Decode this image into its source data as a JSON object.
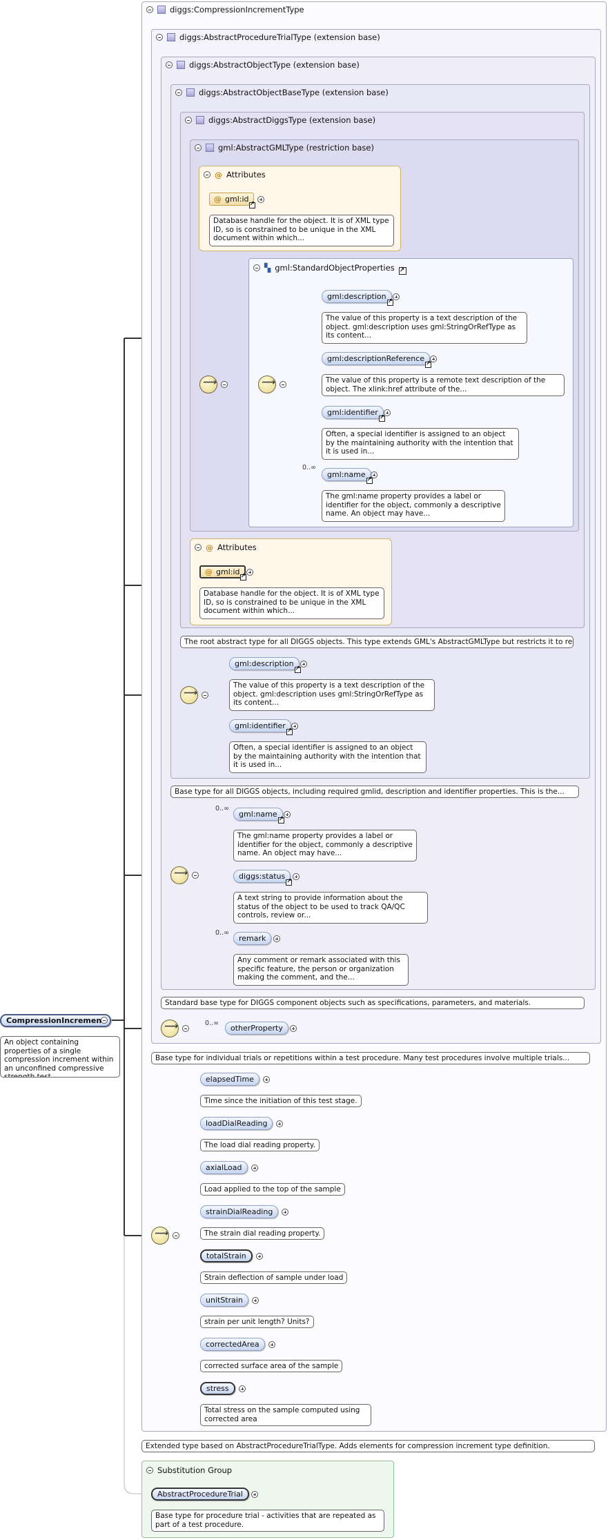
{
  "colors": {
    "type_bg_outer": "#f5f4fb",
    "type_bg_inner": "#e6e4f5",
    "element_fill": "#c6d5ef",
    "attribute_fill": "#fff8ea",
    "substitution_fill": "#eef8ee",
    "line": "#333333"
  },
  "root": {
    "label": "CompressionIncrement",
    "doc": "An object containing properties of a single compression increment within an unconfined compressive strength test..."
  },
  "types": {
    "compression": {
      "label": "diggs:CompressionIncrementType",
      "doc": "Extended type based on AbstractProcedureTrialType. Adds elements for compression increment type definition."
    },
    "procedure": {
      "label": "diggs:AbstractProcedureTrialType (extension base)",
      "doc": "Base type for individual trials or repetitions within a test procedure. Many test procedures involve multiple trials..."
    },
    "object": {
      "label": "diggs:AbstractObjectType (extension base)",
      "doc": "Standard base type for DIGGS component objects such as specifications, parameters, and materials."
    },
    "objectbase": {
      "label": "diggs:AbstractObjectBaseType (extension base)",
      "doc": "Base type for all DIGGS objects, including required gmlid, description and identifier properties. This is the..."
    },
    "diggs": {
      "label": "diggs:AbstractDiggsType (extension base)",
      "doc": "The root abstract type for all DIGGS objects. This type extends GML's AbstractGMLType but restricts it to require a..."
    },
    "gml": {
      "label": "gml:AbstractGMLType (restriction base)"
    }
  },
  "gml_attributes": {
    "title": "Attributes",
    "id_label": "gml:id",
    "id_doc": "Database handle for the object. It is of XML type ID, so is constrained to be unique in the XML document within which..."
  },
  "standard_props": {
    "title": "gml:StandardObjectProperties",
    "items": [
      {
        "label": "gml:description",
        "doc": "The value of this property is a text description of the object. gml:description uses gml:StringOrRefType as its content..."
      },
      {
        "label": "gml:descriptionReference",
        "doc": "The value of this property is a remote text description of the object. The xlink:href attribute of the..."
      },
      {
        "label": "gml:identifier",
        "doc": "Often, a special identifier is assigned to an object by the maintaining authority with the intention that it is used in..."
      },
      {
        "label": "gml:name",
        "card": "0..∞",
        "doc": "The gml:name property provides a label or identifier for the object, commonly a descriptive name. An object may have..."
      }
    ]
  },
  "diggs_attributes": {
    "title": "Attributes",
    "id_label": "gml:id",
    "id_doc": "Database handle for the object. It is of XML type ID, so is constrained to be unique in the XML document within which..."
  },
  "objectbase_seq": [
    {
      "label": "gml:description",
      "doc": "The value of this property is a text description of the object. gml:description uses gml:StringOrRefType as its content..."
    },
    {
      "label": "gml:identifier",
      "doc": "Often, a special identifier is assigned to an object by the maintaining authority with the intention that it is used in..."
    }
  ],
  "object_seq": [
    {
      "label": "gml:name",
      "card": "0..∞",
      "doc": "The gml:name property provides a label or identifier for the object, commonly a descriptive name. An object may have..."
    },
    {
      "label": "diggs:status",
      "doc": "A text string to provide information about the status of the object to be used to track QA/QC controls, review or..."
    },
    {
      "label": "remark",
      "card": "0..∞",
      "doc": "Any comment or remark associated with this specific feature, the person or organization making the comment, and the..."
    }
  ],
  "procedure_seq": {
    "label": "otherProperty",
    "card": "0..∞"
  },
  "compression_seq": [
    {
      "label": "elapsedTime",
      "doc": "Time since the initiation of this test stage."
    },
    {
      "label": "loadDialReading",
      "doc": "The load dial reading property."
    },
    {
      "label": "axialLoad",
      "doc": "Load applied to the top of the sample"
    },
    {
      "label": "strainDialReading",
      "doc": "The strain dial reading property."
    },
    {
      "label": "totalStrain",
      "doc": "Strain deflection of sample under load"
    },
    {
      "label": "unitStrain",
      "doc": "strain per unit length? Units?"
    },
    {
      "label": "correctedArea",
      "doc": "corrected surface area of the sample"
    },
    {
      "label": "stress",
      "doc": "Total stress on the sample computed using corrected area"
    }
  ],
  "substitution": {
    "title": "Substitution Group",
    "label": "AbstractProcedureTrial",
    "doc": "Base type for procedure trial - activities that are repeated as part of a test procedure."
  }
}
